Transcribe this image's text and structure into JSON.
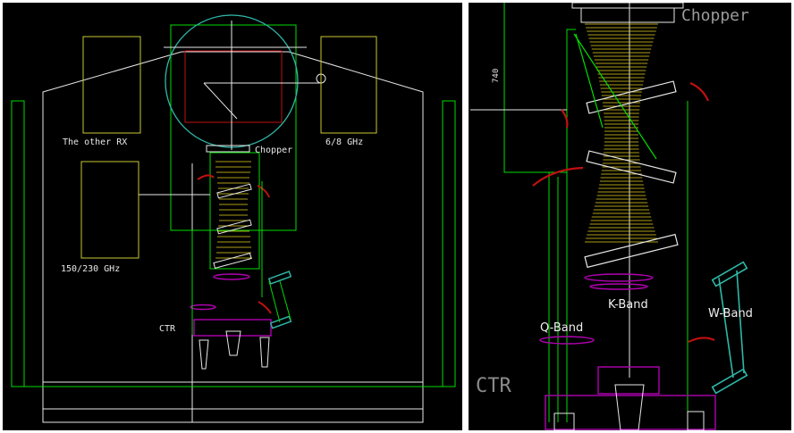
{
  "left_panel": {
    "labels": {
      "other_rx": "The other RX",
      "band_68": "6/8 GHz",
      "chopper": "Chopper",
      "band_150": "150/230 GHz",
      "ctr": "CTR"
    }
  },
  "right_panel": {
    "labels": {
      "chopper": "Chopper",
      "dim_740": "740",
      "q_band": "Q-Band",
      "k_band": "K-Band",
      "w_band": "W-Band",
      "ctr": "CTR"
    }
  },
  "colors": {
    "background": "#000000",
    "frame": "#ffffff",
    "optics": "#00ff00",
    "beam": "#e6d21e",
    "receiver_box": "#c8c832",
    "dewar": "#2fb8a8",
    "lens": "#b000b0",
    "mirror": "#c01010",
    "window": "#00c8ff"
  }
}
